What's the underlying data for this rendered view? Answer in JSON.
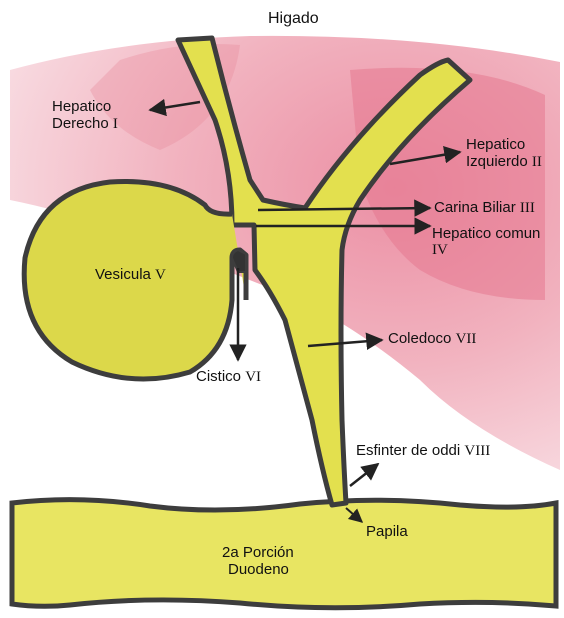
{
  "title": "Higado",
  "labels": {
    "hepatico_derecho": {
      "line1": "Hepatico",
      "line2": "Derecho",
      "roman": "I"
    },
    "hepatico_izquierdo": {
      "line1": "Hepatico",
      "line2": "Izquierdo",
      "roman": "II"
    },
    "carina": {
      "text": "Carina Biliar",
      "roman": "III"
    },
    "hepatico_comun": {
      "line1": "Hepatico comun",
      "roman": "IV"
    },
    "vesicula": {
      "text": "Vesicula",
      "roman": "V"
    },
    "cistico": {
      "text": "Cistico",
      "roman": "VI"
    },
    "coledoco": {
      "text": "Coledoco",
      "roman": "VII"
    },
    "esfinter": {
      "text": "Esfinter de oddi",
      "roman": "VIII"
    },
    "papila": {
      "text": "Papila"
    },
    "duodeno": {
      "line1": "2a Porción",
      "line2": "Duodeno"
    }
  },
  "colors": {
    "liver": "#ec9aa8",
    "bile": "#e3e04e",
    "outline": "#3d3d3d",
    "arrow": "#222222"
  }
}
